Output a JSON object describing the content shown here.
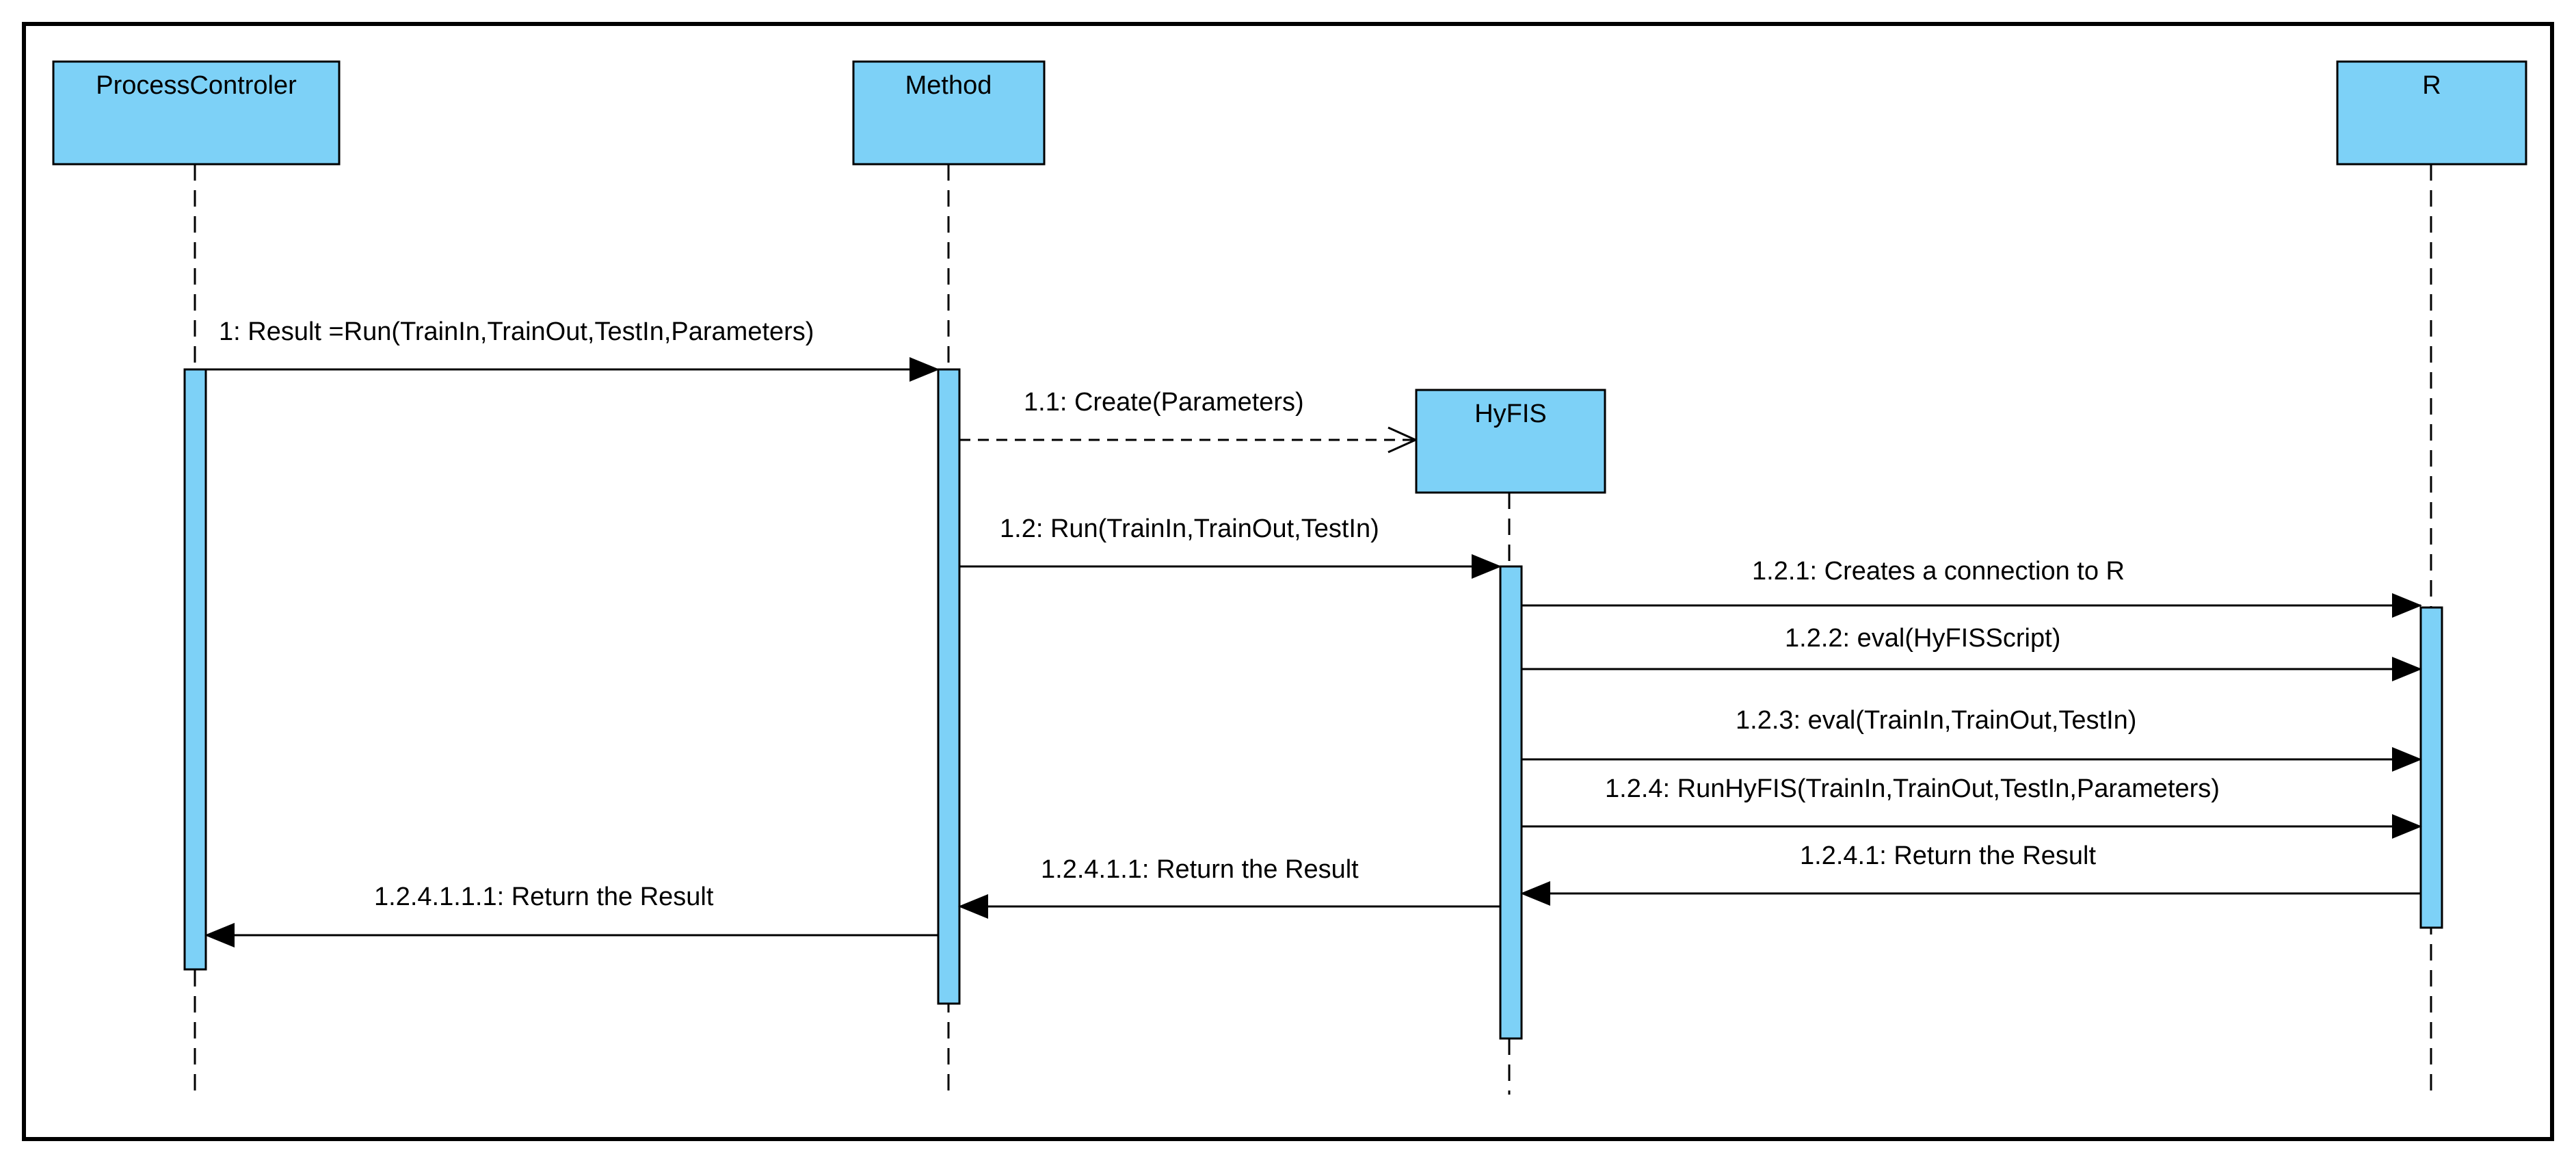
{
  "lifelines": {
    "process": {
      "label": "ProcessControler"
    },
    "method": {
      "label": "Method"
    },
    "hyfis": {
      "label": "HyFIS"
    },
    "r": {
      "label": "R"
    }
  },
  "messages": [
    {
      "label": "1: Result =Run(TrainIn,TrainOut,TestIn,Parameters)"
    },
    {
      "label": "1.1: Create(Parameters)"
    },
    {
      "label": "1.2: Run(TrainIn,TrainOut,TestIn)"
    },
    {
      "label": "1.2.1: Creates a connection to R"
    },
    {
      "label": "1.2.2: eval(HyFISScript)"
    },
    {
      "label": "1.2.3: eval(TrainIn,TrainOut,TestIn)"
    },
    {
      "label": "1.2.4: RunHyFIS(TrainIn,TrainOut,TestIn,Parameters)"
    },
    {
      "label": "1.2.4.1: Return the Result"
    },
    {
      "label": "1.2.4.1.1: Return the Result"
    },
    {
      "label": "1.2.4.1.1.1: Return the Result"
    }
  ],
  "colors": {
    "box_fill": "#7DD1F7",
    "activation_fill": "#7DD1F7",
    "stroke": "#000000",
    "background": "#FFFFFF"
  }
}
